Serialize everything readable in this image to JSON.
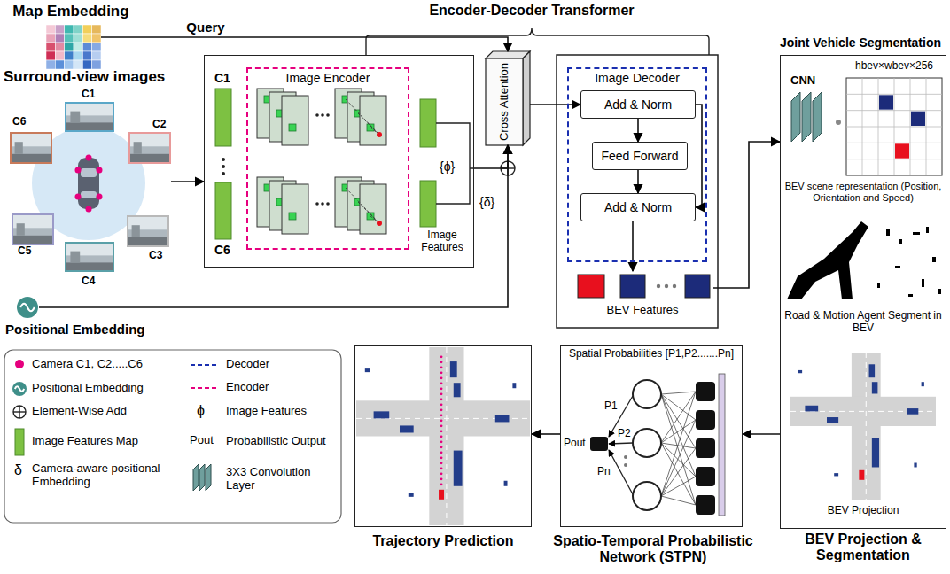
{
  "diagram": {
    "nodes": [
      {
        "text": [
          "Map Embedding"
        ]
      },
      {
        "text": [
          "Surround-view images"
        ]
      },
      {
        "text": [
          "C1",
          "C6",
          "Image Features"
        ]
      },
      {
        "text": [
          "Image Encoder"
        ],
        "in": 2
      },
      {
        "text": [
          "Cross Attention"
        ]
      },
      {
        "text": [
          "Image Decoder"
        ]
      },
      {
        "text": [
          "Add & Norm"
        ],
        "in": 5
      },
      {
        "text": [
          "Feed Forward"
        ],
        "in": 5
      },
      {
        "text": [
          "Add & Norm"
        ],
        "in": 5
      },
      {
        "text": [
          "BEV Features"
        ]
      },
      {
        "text": [
          "Joint Vehicle Segmentation",
          "BEV Projection & Segmentation"
        ]
      },
      {
        "text": [
          "Spatial Probabilities [P1,P2.......Pn]",
          "Spatio-Temporal Probabilistic Network (STPN)"
        ]
      },
      {
        "text": [
          "Trajectory Prediction"
        ]
      },
      {
        "text": [
          "Positional Embedding"
        ]
      }
    ],
    "edges": [
      {
        "from": 1,
        "to": 2,
        "arrow": "to"
      },
      {
        "from": 0,
        "to": 4,
        "label": "Query",
        "arrow": "to"
      },
      {
        "from": 2,
        "to": 4,
        "arrow": "to"
      },
      {
        "from": 13,
        "to": 4,
        "arrow": "to"
      },
      {
        "from": 4,
        "to": 6,
        "arrow": "to"
      },
      {
        "from": 6,
        "to": 7,
        "arrow": "to"
      },
      {
        "from": 7,
        "to": 8,
        "arrow": "to"
      },
      {
        "from": 6,
        "to": 8,
        "arrow": "to"
      },
      {
        "from": 8,
        "to": 9,
        "arrow": "to"
      },
      {
        "from": 9,
        "to": 10,
        "arrow": "to"
      },
      {
        "from": 10,
        "to": 11,
        "arrow": "to"
      },
      {
        "from": 11,
        "to": 12,
        "arrow": "to"
      }
    ],
    "labels": [
      "Encoder-Decoder Transformer",
      "C1",
      "C2",
      "C3",
      "C4",
      "C5",
      "C6",
      "{ϕ}",
      "{δ}",
      "CNN",
      "hbev×wbev×256",
      "BEV scene representation (Position, Orientation and Speed)",
      "Road & Motion Agent Segment in BEV",
      "BEV Projection",
      "P1",
      "P2",
      "Pn",
      "Pout",
      "ϕ",
      "δ",
      "Pout"
    ],
    "legend": [
      {
        "text": "Camera C1, C2.....C6",
        "color": "#e6007e"
      },
      {
        "text": "Positional Embedding"
      },
      {
        "text": "Element-Wise Add"
      },
      {
        "text": "Image Features Map"
      },
      {
        "text": "Camera-aware positional Embedding"
      },
      {
        "text": "Decoder"
      },
      {
        "text": "Encoder"
      },
      {
        "text": "Image Features"
      },
      {
        "text": "Probabilistic Output"
      },
      {
        "text": "3X3 Convolution Layer"
      }
    ]
  }
}
